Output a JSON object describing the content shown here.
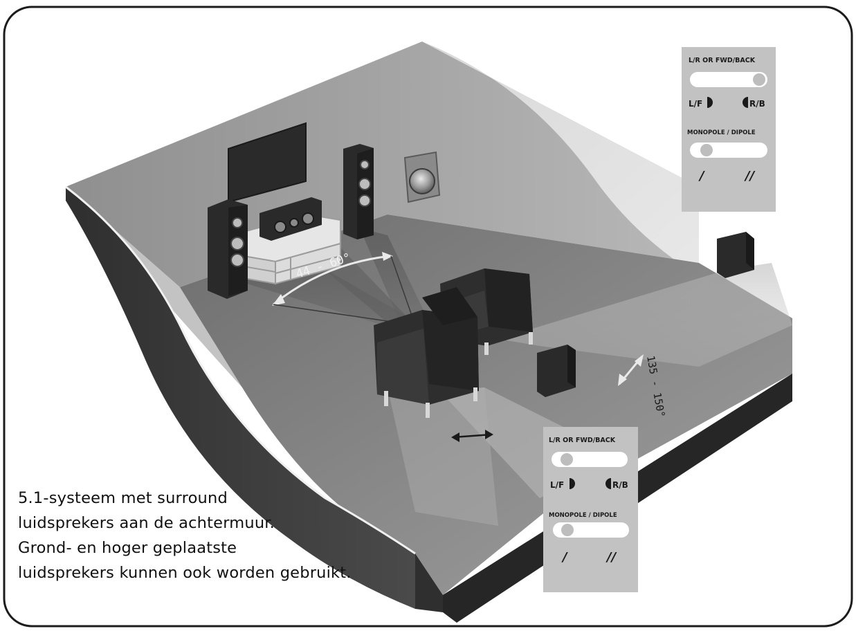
{
  "diagram": {
    "angle_front_label": "44 - 60°",
    "angle_rear_label": "135 - 150°"
  },
  "switch_panels": [
    {
      "id": "rear-right-panel",
      "position_switch": {
        "title": "L/R OR FWD/BACK",
        "left_label": "L/F",
        "right_label": "R/B",
        "state": "right"
      },
      "polarity_switch": {
        "title": "MONOPOLE / DIPOLE",
        "left_label": "/",
        "right_label": "//",
        "state": "left"
      }
    },
    {
      "id": "rear-left-panel",
      "position_switch": {
        "title": "L/R OR FWD/BACK",
        "left_label": "L/F",
        "right_label": "R/B",
        "state": "left"
      },
      "polarity_switch": {
        "title": "MONOPOLE / DIPOLE",
        "left_label": "/",
        "right_label": "//",
        "state": "left"
      }
    }
  ],
  "caption": {
    "lines": [
      "5.1-systeem met surround",
      "luidsprekers aan de achtermuur.",
      "Grond- en hoger geplaatste",
      "luidsprekers kunnen ook worden gebruikt."
    ]
  },
  "colors": {
    "wall_dark": "#3a3a3a",
    "floor": "#8c8c8c",
    "panel_bg": "#c4c4c4",
    "speaker": "#2a2a2a"
  }
}
